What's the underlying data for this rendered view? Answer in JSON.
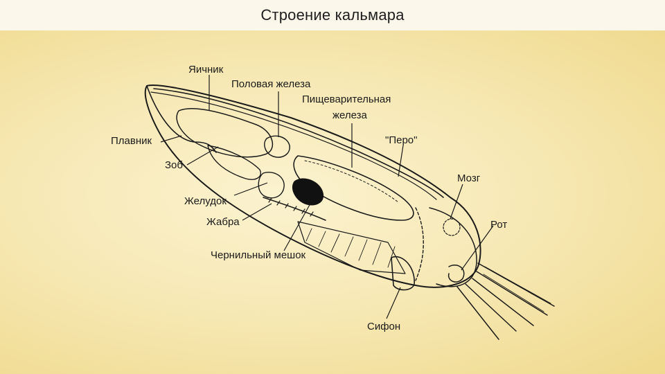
{
  "title": "Строение кальмара",
  "labels": {
    "ovary": "Яичник",
    "gonad": "Половая железа",
    "digestive_gland_1": "Пищеварительная",
    "digestive_gland_2": "железа",
    "pen": "\"Перо\"",
    "fin": "Плавник",
    "crop": "Зоб",
    "stomach": "Желудок",
    "gill": "Жабра",
    "ink_sac": "Чернильный мешок",
    "brain": "Мозг",
    "mouth": "Рот",
    "siphon": "Сифон"
  }
}
